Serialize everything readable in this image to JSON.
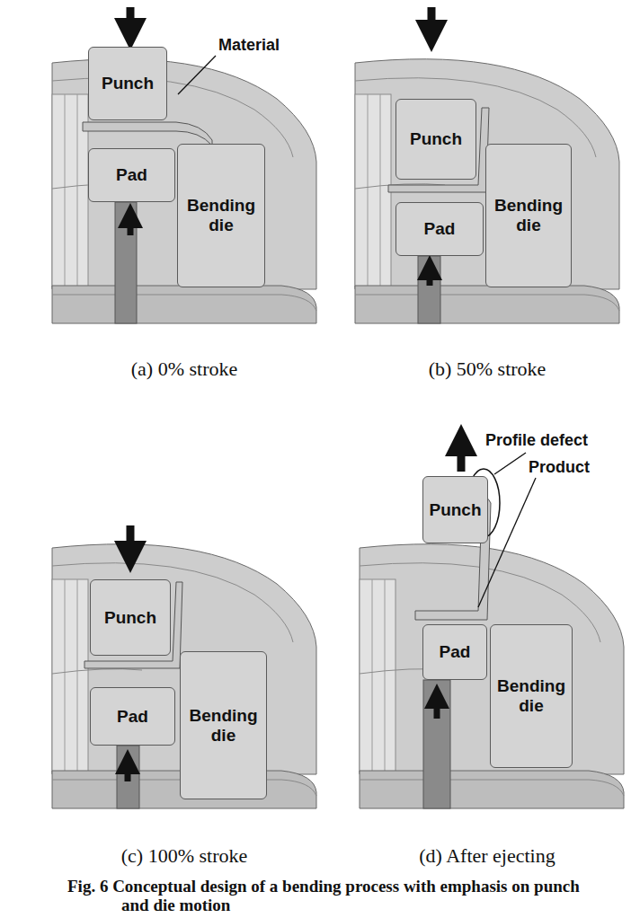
{
  "diagram": {
    "caption": "Fig. 6 Conceptual design of a bending process with emphasis on punch and die motion",
    "nodes": [
      {
        "text": [
          "Punch"
        ]
      },
      {
        "text": [
          "Pad"
        ]
      },
      {
        "text": [
          "Bending die"
        ]
      },
      {
        "text": [
          "Punch"
        ]
      },
      {
        "text": [
          "Pad"
        ]
      },
      {
        "text": [
          "Bending die"
        ]
      },
      {
        "text": [
          "Punch"
        ]
      },
      {
        "text": [
          "Pad"
        ]
      },
      {
        "text": [
          "Bending die"
        ]
      },
      {
        "text": [
          "Punch"
        ]
      },
      {
        "text": [
          "Pad"
        ]
      },
      {
        "text": [
          "Bending die"
        ]
      }
    ],
    "labels": [
      "Material",
      "(a) 0% stroke",
      "(b) 50% stroke",
      "(c) 100% stroke",
      "(d) After ejecting",
      "Profile defect",
      "Product"
    ]
  }
}
